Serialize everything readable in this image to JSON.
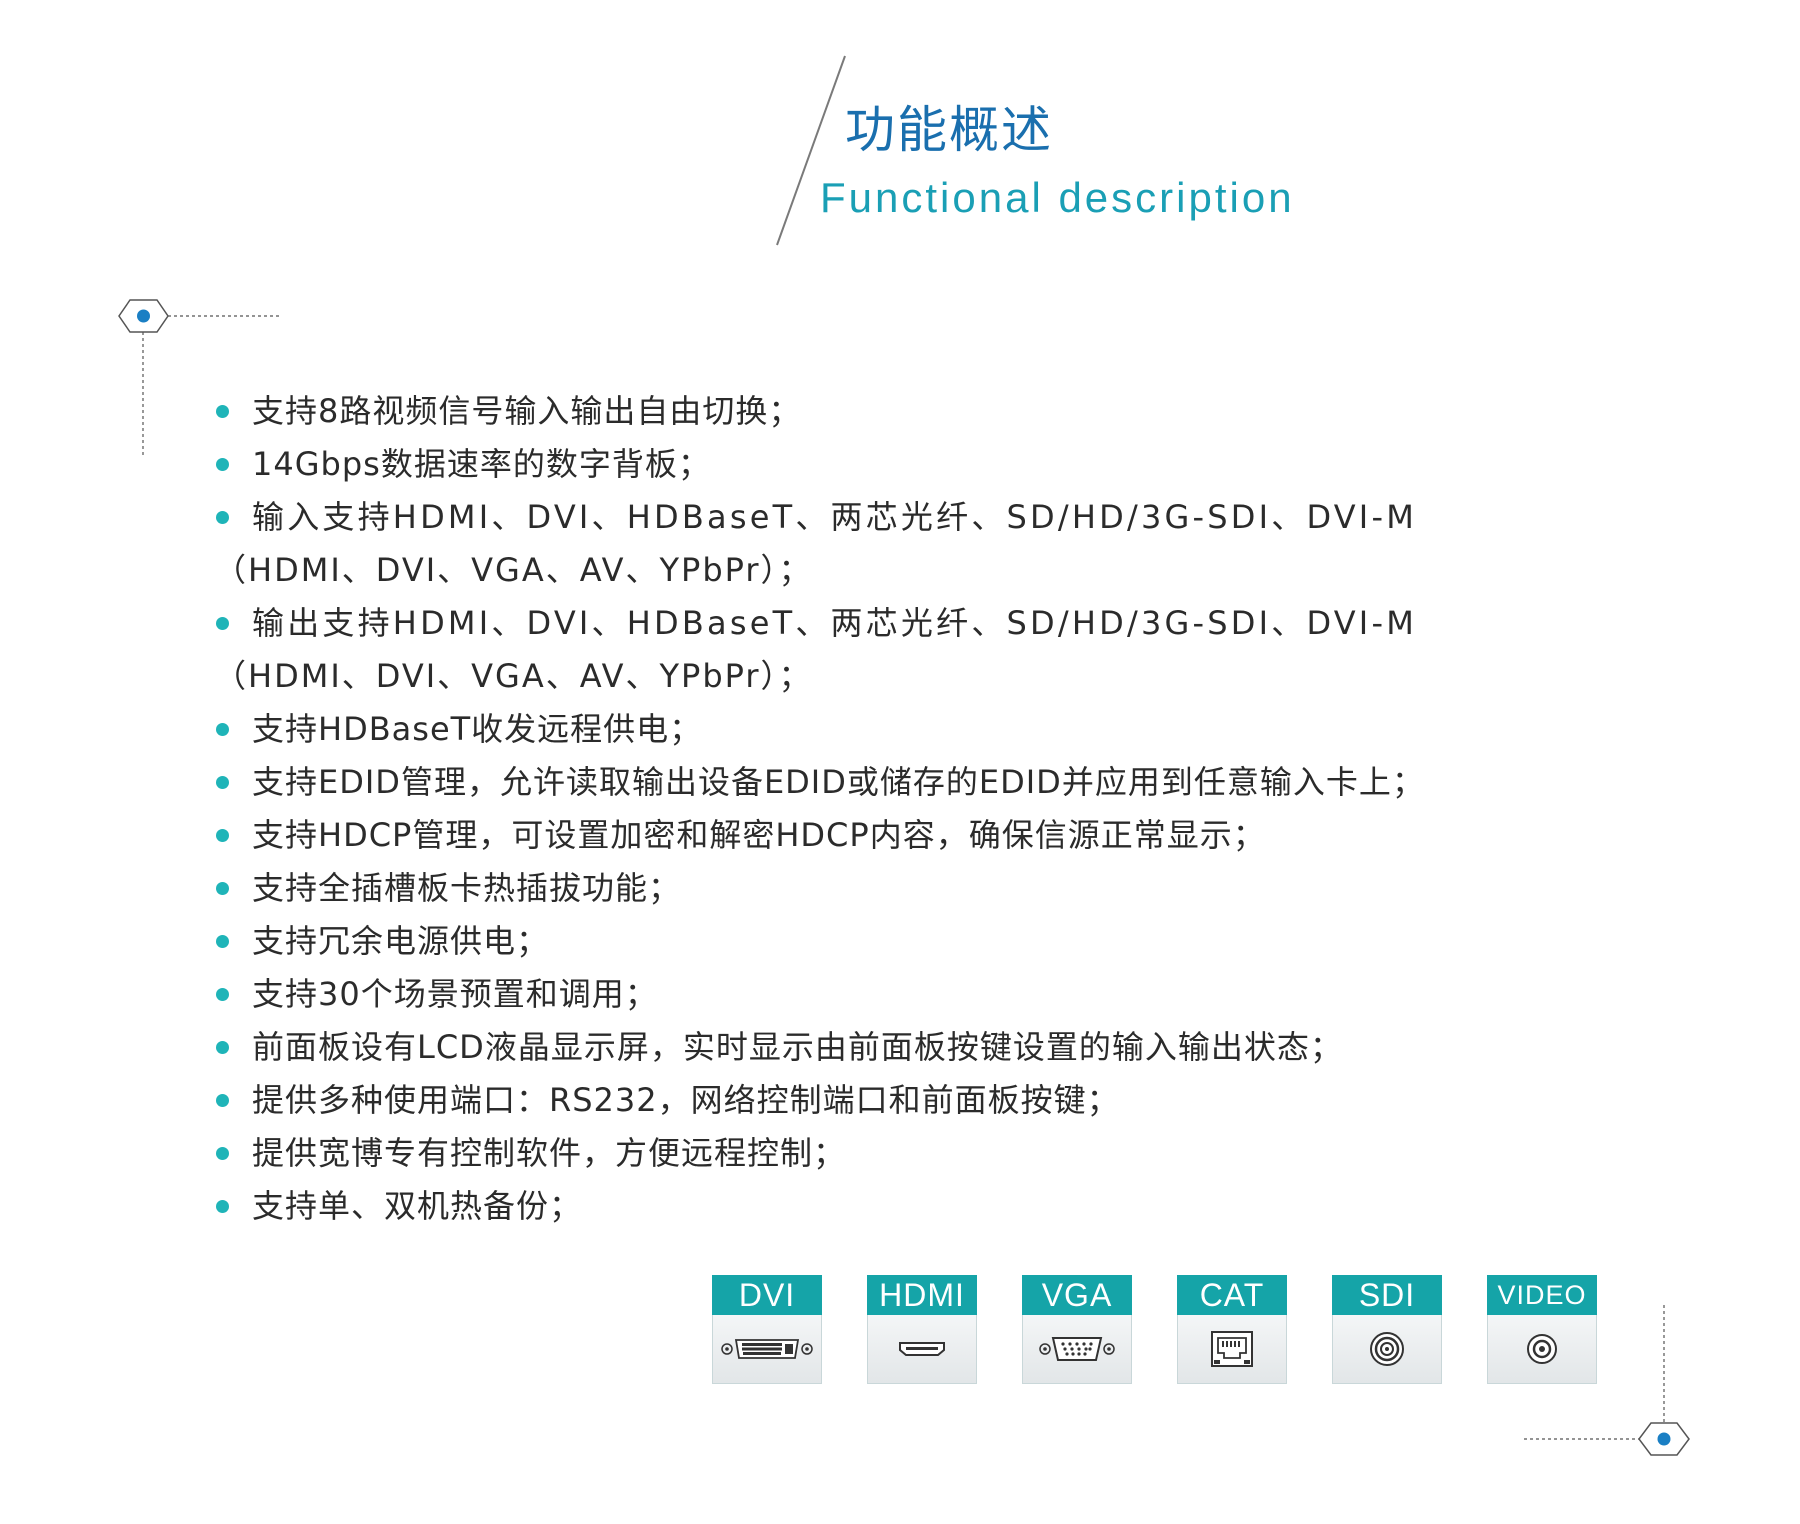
{
  "header": {
    "title_cn": "功能概述",
    "title_en": "Functional description"
  },
  "features": [
    "支持8路视频信号输入输出自由切换；",
    "14Gbps数据速率的数字背板；",
    "输入支持HDMI、DVI、HDBaseT、两芯光纤、SD/HD/3G-SDI、DVI-M",
    "（HDMI、DVI、VGA、AV、YPbPr）；",
    "输出支持HDMI、DVI、HDBaseT、两芯光纤、SD/HD/3G-SDI、DVI-M",
    "（HDMI、DVI、VGA、AV、YPbPr）；",
    "支持HDBaseT收发远程供电；",
    "支持EDID管理，允许读取输出设备EDID或储存的EDID并应用到任意输入卡上；",
    "支持HDCP管理，可设置加密和解密HDCP内容，确保信源正常显示；",
    "支持全插槽板卡热插拔功能；",
    "支持冗余电源供电；",
    "支持30个场景预置和调用；",
    "前面板设有LCD液晶显示屏，实时显示由前面板按键设置的输入输出状态；",
    "提供多种使用端口：RS232，网络控制端口和前面板按键；",
    "提供宽博专有控制软件，方便远程控制；",
    "支持单、双机热备份；"
  ],
  "ports": [
    {
      "label": "DVI",
      "icon": "dvi-port-icon"
    },
    {
      "label": "HDMI",
      "icon": "hdmi-port-icon"
    },
    {
      "label": "VGA",
      "icon": "vga-port-icon"
    },
    {
      "label": "CAT",
      "icon": "cat-port-icon"
    },
    {
      "label": "SDI",
      "icon": "sdi-port-icon"
    },
    {
      "label": "VIDEO",
      "icon": "video-port-icon"
    }
  ],
  "colors": {
    "title_cn": "#1a6fae",
    "title_en": "#1a9fb5",
    "bullet": "#1fb4b8",
    "port_label_bg": "#15a4a8",
    "hex_dot": "#1a7fc4"
  }
}
